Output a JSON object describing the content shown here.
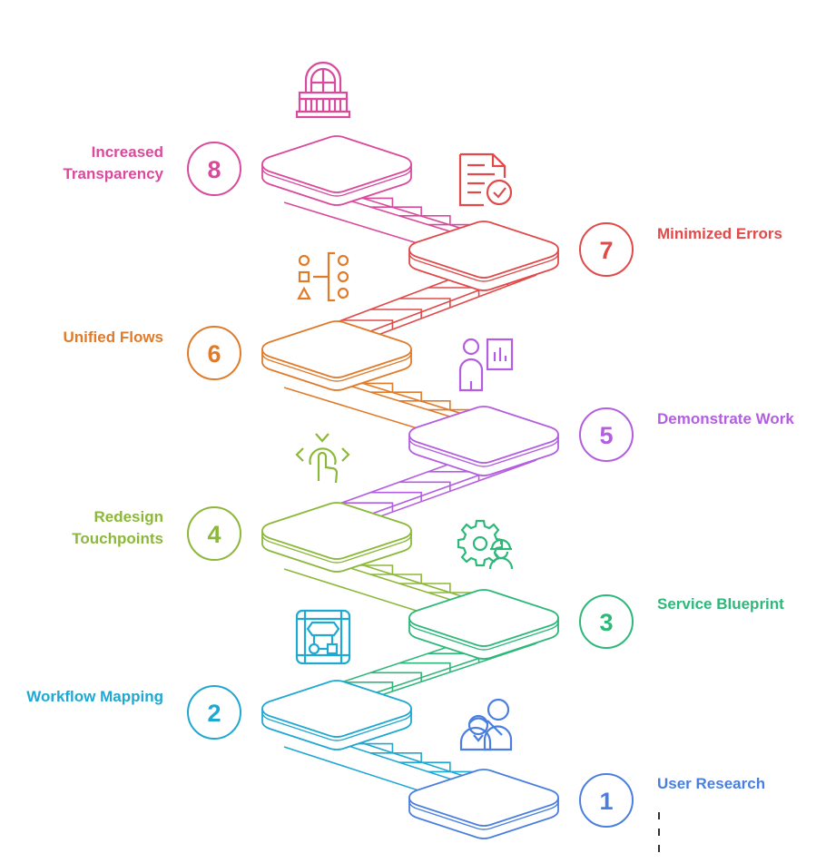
{
  "steps": [
    {
      "number": "1",
      "label": "User Research",
      "color": "#4a7fe0",
      "icon": "users-icon"
    },
    {
      "number": "2",
      "label": "Workflow Mapping",
      "color": "#1fa8d2",
      "icon": "flowchart-icon"
    },
    {
      "number": "3",
      "label": "Service Blueprint",
      "color": "#2db87a",
      "icon": "gear-worker-icon"
    },
    {
      "number": "4",
      "label": "Redesign\nTouchpoints",
      "color": "#8cb83a",
      "icon": "tap-icon"
    },
    {
      "number": "5",
      "label": "Demonstrate Work",
      "color": "#b35ee0",
      "icon": "presenter-chart-icon"
    },
    {
      "number": "6",
      "label": "Unified Flows",
      "color": "#e07b2a",
      "icon": "shapes-grouping-icon"
    },
    {
      "number": "7",
      "label": "Minimized Errors",
      "color": "#e04a4a",
      "icon": "document-check-icon"
    },
    {
      "number": "8",
      "label": "Increased\nTransparency",
      "color": "#d94a9c",
      "icon": "window-icon"
    }
  ]
}
